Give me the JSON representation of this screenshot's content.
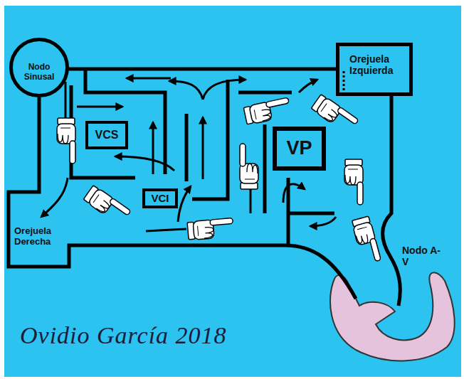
{
  "diagram": {
    "nodes": [
      {
        "text": [
          "Nodo Sinusal"
        ]
      },
      {
        "text": [
          "VCS"
        ]
      },
      {
        "text": [
          "VCI"
        ]
      },
      {
        "text": [
          "VP"
        ]
      },
      {
        "text": [
          "Orejuela Izquierda"
        ]
      }
    ],
    "labels": [
      "Orejuela Derecha",
      "Nodo A-V",
      "Ovidio García 2018"
    ]
  }
}
